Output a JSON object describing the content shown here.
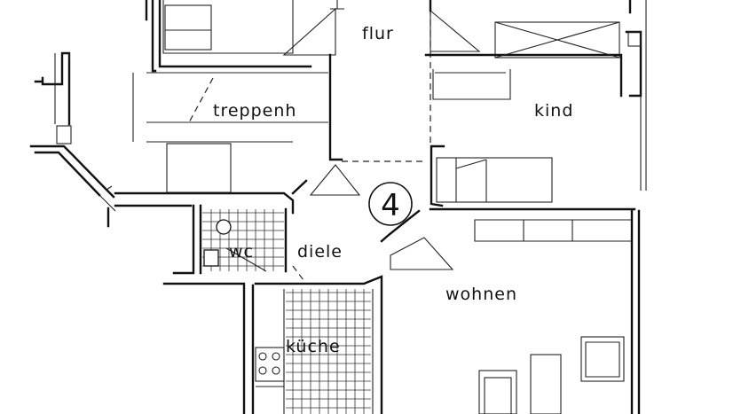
{
  "plan": {
    "unit_number": "4",
    "rooms": {
      "flur": "flur",
      "treppenhaus": "treppenh",
      "kind": "kind",
      "wc": "wc",
      "diele": "diele",
      "wohnen": "wohnen",
      "kueche": "küche"
    },
    "colors": {
      "ink": "#111111",
      "paper": "#ffffff"
    }
  }
}
